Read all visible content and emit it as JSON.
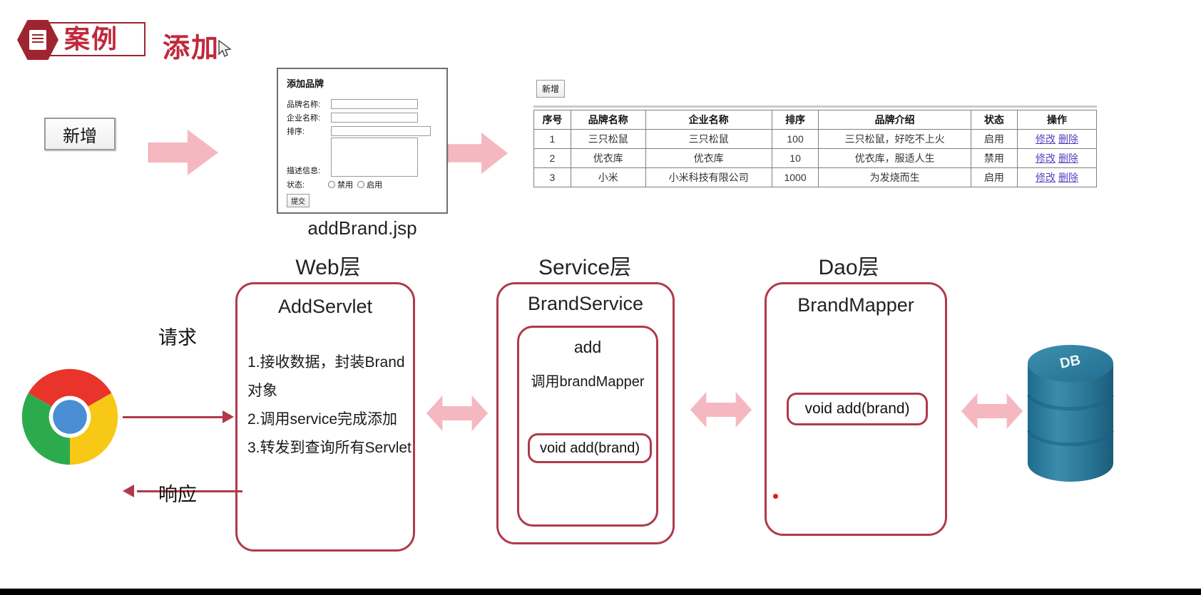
{
  "header": {
    "badge_icon": "document-hexagon-icon",
    "badge_label": "案例",
    "section_title": "添加"
  },
  "left_button": {
    "label": "新增"
  },
  "add_form": {
    "panel_title": "添加品牌",
    "fields": [
      {
        "label": "品牌名称:",
        "value": "",
        "placeholder": ""
      },
      {
        "label": "企业名称:",
        "value": "",
        "placeholder": ""
      },
      {
        "label": "排序:",
        "value": "",
        "placeholder": ""
      }
    ],
    "description_label": "描述信息:",
    "description_value": "",
    "status_label": "状态:",
    "status_options": [
      "禁用",
      "启用"
    ],
    "submit_label": "提交",
    "caption": "addBrand.jsp"
  },
  "brand_list": {
    "new_button_label": "新增",
    "columns": [
      "序号",
      "品牌名称",
      "企业名称",
      "排序",
      "品牌介绍",
      "状态",
      "操作"
    ],
    "rows": [
      {
        "seq": "1",
        "brand": "三只松鼠",
        "company": "三只松鼠",
        "order": "100",
        "intro": "三只松鼠，好吃不上火",
        "status": "启用",
        "edit": "修改",
        "delete": "删除"
      },
      {
        "seq": "2",
        "brand": "优衣库",
        "company": "优衣库",
        "order": "10",
        "intro": "优衣库，服适人生",
        "status": "禁用",
        "edit": "修改",
        "delete": "删除"
      },
      {
        "seq": "3",
        "brand": "小米",
        "company": "小米科技有限公司",
        "order": "1000",
        "intro": "为发烧而生",
        "status": "启用",
        "edit": "修改",
        "delete": "删除"
      }
    ]
  },
  "flow": {
    "client": {
      "icon": "chrome-logo-icon"
    },
    "request_label": "请求",
    "response_label": "响应",
    "web_layer": {
      "title": "Web层",
      "class_name": "AddServlet",
      "steps": [
        "1.接收数据，封装Brand",
        "对象",
        "2.调用service完成添加",
        "3.转发到查询所有Servlet"
      ]
    },
    "service_layer": {
      "title": "Service层",
      "class_name": "BrandService",
      "method_name": "add",
      "method_note": "调用brandMapper",
      "method_signature": "void add(brand)"
    },
    "dao_layer": {
      "title": "Dao层",
      "class_name": "BrandMapper",
      "method_signature": "void add(brand)"
    },
    "database": {
      "icon": "database-cylinder-icon",
      "label": "DB"
    }
  },
  "colors": {
    "accent_red": "#b03a4a",
    "badge_red": "#9e2530",
    "title_red": "#c0293b",
    "arrow_pink": "#f5b8c0",
    "db_blue": "#2b7a9e"
  }
}
